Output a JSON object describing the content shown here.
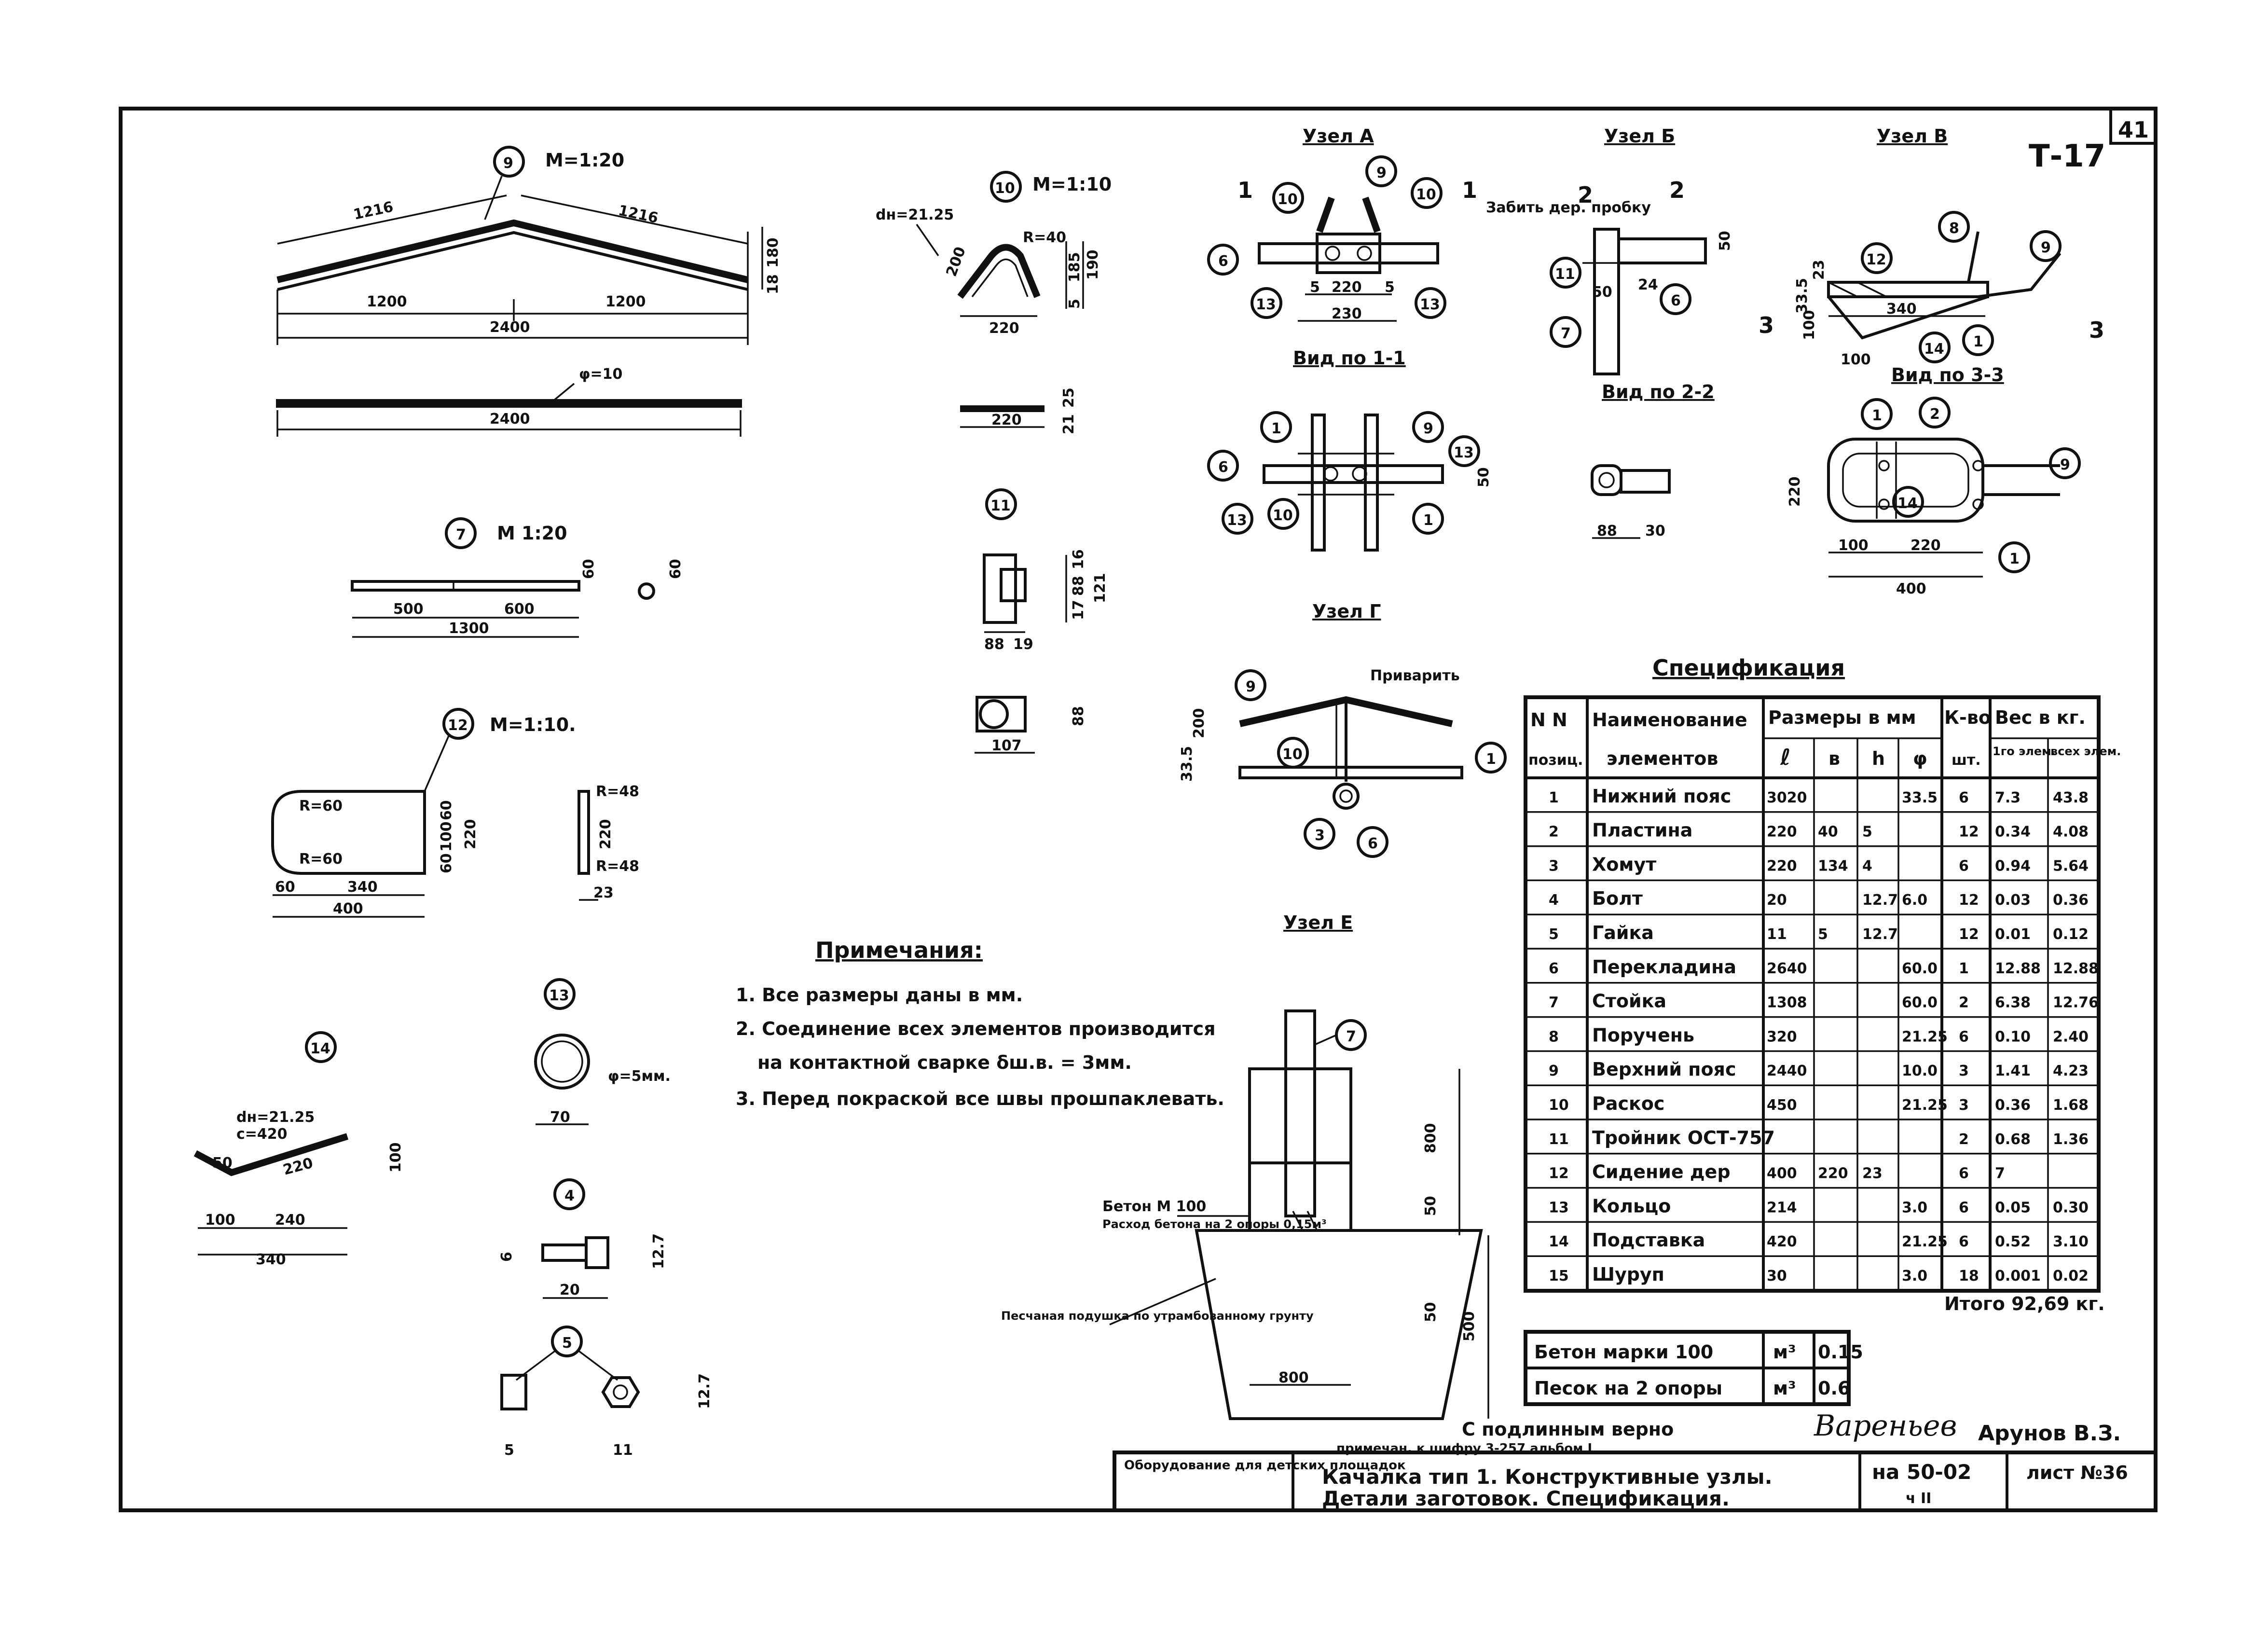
{
  "sheet": {
    "number": "41",
    "code": "Т-17"
  },
  "scales": {
    "m20": "М=1:20",
    "m20b": "М 1:20",
    "m10": "М=1:10",
    "m10b": "М=1:10."
  },
  "markers": {
    "p1": "1",
    "p2": "2",
    "p3": "3",
    "p4": "4",
    "p5": "5",
    "p6": "6",
    "p7": "7",
    "p8": "8",
    "p9": "9",
    "p10": "10",
    "p11": "11",
    "p12": "12",
    "p13": "13",
    "p14": "14"
  },
  "dims": {
    "d1216": "1216",
    "d1200": "1200",
    "d2400": "2400",
    "d180": "180",
    "d18": "18",
    "phi10": "φ=10",
    "dn2125": "dн=21.25",
    "r40": "R=40",
    "d200": "200",
    "d185": "185",
    "d190": "190",
    "d5": "5",
    "d220": "220",
    "d25": "25",
    "d21": "21",
    "d500": "500",
    "d600": "600",
    "d1300": "1300",
    "d60": "60",
    "r60": "R=60",
    "d340": "340",
    "d400": "400",
    "d100": "100",
    "d23": "23",
    "r48": "R=48",
    "d88": "88",
    "d19": "19",
    "d17": "17",
    "d16": "16",
    "d121": "121",
    "d107": "107",
    "c420": "c=420",
    "d50": "50",
    "d240": "240",
    "d70": "70",
    "phi5": "φ=5мм.",
    "d6": "6",
    "d20": "20",
    "d127": "12.7",
    "d11": "11",
    "d230": "230",
    "d24": "24",
    "d335": "33.5",
    "d30": "30",
    "d800": "800",
    "nodeE": "Узел Е"
  },
  "nodes": {
    "a": "Узел А",
    "b": "Узел Б",
    "v": "Узел В",
    "g": "Узел Г",
    "view11": "Вид по 1-1",
    "view22": "Вид по 2-2",
    "view33": "Вид по 3-3",
    "plug": "Забить дер. пробку",
    "weld": "Приварить",
    "sec1": "1",
    "sec2": "2",
    "sec3": "3"
  },
  "foundation": {
    "concrete": "Бетон М 100",
    "usage": "Расход бетона на 2 опоры 0,15м³",
    "sand": "Песчаная подушка по утрамбованному грунту"
  },
  "notes": {
    "title": "Примечания:",
    "n1": "1. Все размеры даны в мм.",
    "n2a": "2. Соединение всех элементов производится",
    "n2b": "на контактной сварке δш.в. = 3мм.",
    "n3": "3. Перед покраской все швы прошпаклевать."
  },
  "spec": {
    "title": "Спецификация",
    "h_nn": "N N",
    "h_pos": "позиц.",
    "h_name1": "Наименование",
    "h_name2": "элементов",
    "h_size": "Размеры в мм",
    "h_l": "ℓ",
    "h_b": "в",
    "h_h": "h",
    "h_phi": "φ",
    "h_qty": "К-во",
    "h_qty2": "шт.",
    "h_weight": "Вес в кг.",
    "h_w1": "1го элем.",
    "h_wall": "всех элем.",
    "rows": [
      [
        "1",
        "Нижний пояс",
        "3020",
        "",
        "",
        "33.5",
        "6",
        "7.3",
        "43.8"
      ],
      [
        "2",
        "Пластина",
        "220",
        "40",
        "5",
        "",
        "12",
        "0.34",
        "4.08"
      ],
      [
        "3",
        "Хомут",
        "220",
        "134",
        "4",
        "",
        "6",
        "0.94",
        "5.64"
      ],
      [
        "4",
        "Болт",
        "20",
        "",
        "12.7",
        "6.0",
        "12",
        "0.03",
        "0.36"
      ],
      [
        "5",
        "Гайка",
        "11",
        "5",
        "12.7",
        "",
        "12",
        "0.01",
        "0.12"
      ],
      [
        "6",
        "Перекладина",
        "2640",
        "",
        "",
        "60.0",
        "1",
        "12.88",
        "12.88"
      ],
      [
        "7",
        "Стойка",
        "1308",
        "",
        "",
        "60.0",
        "2",
        "6.38",
        "12.76"
      ],
      [
        "8",
        "Поручень",
        "320",
        "",
        "",
        "21.25",
        "6",
        "0.10",
        "2.40"
      ],
      [
        "9",
        "Верхний пояс",
        "2440",
        "",
        "",
        "10.0",
        "3",
        "1.41",
        "4.23"
      ],
      [
        "10",
        "Раскос",
        "450",
        "",
        "",
        "21.25",
        "3",
        "0.36",
        "1.68"
      ],
      [
        "11",
        "Тройник ОСТ-757",
        "",
        "",
        "",
        "",
        "2",
        "0.68",
        "1.36"
      ],
      [
        "12",
        "Сидение дер",
        "400",
        "220",
        "23",
        "",
        "6",
        "7",
        ""
      ],
      [
        "13",
        "Кольцо",
        "214",
        "",
        "",
        "3.0",
        "6",
        "0.05",
        "0.30"
      ],
      [
        "14",
        "Подставка",
        "420",
        "",
        "",
        "21.25",
        "6",
        "0.52",
        "3.10"
      ],
      [
        "15",
        "Шуруп",
        "30",
        "",
        "",
        "3.0",
        "18",
        "0.001",
        "0.02"
      ]
    ],
    "total": "Итого 92,69 кг."
  },
  "materials": {
    "r1": [
      "Бетон марки 100",
      "м³",
      "0.15"
    ],
    "r2": [
      "Песок на 2 опоры",
      "м³",
      "0.6"
    ]
  },
  "stamp": {
    "verified": "С подлинным верно",
    "signature": "Вареньев",
    "name": "Арунов В.З.",
    "note": "примечан. к шифру 3-257 альбом I",
    "category": "Оборудование для детских площадок",
    "title1": "Качалка тип 1. Конструктивные узлы.",
    "title2": "Детали заготовок. Спецификация.",
    "code": "на 50-02",
    "part": "ч II",
    "sheet": "лист №36"
  }
}
